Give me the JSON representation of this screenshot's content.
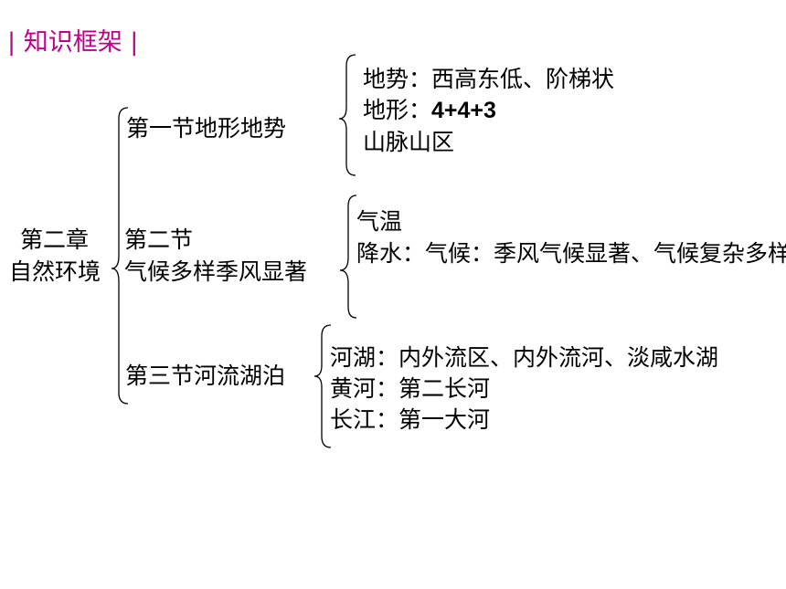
{
  "header": {
    "title_bar_left": "|",
    "title": "知识框架",
    "title_bar_right": "|"
  },
  "root": {
    "line1": "第二章",
    "line2": "自然环境"
  },
  "sections": [
    {
      "name": "第一节地形地势",
      "items": [
        {
          "label": "地势：",
          "text": "西高东低、阶梯状"
        },
        {
          "label": "地形：",
          "text": "4+4+3"
        },
        {
          "label": "",
          "text": "山脉山区"
        }
      ]
    },
    {
      "name_line1": "第二节",
      "name_line2": "气候多样季风显著",
      "items": [
        {
          "label": "",
          "text": "气温"
        },
        {
          "label": "降水：",
          "text": "气候：季风气候显著、气候复杂多样"
        }
      ]
    },
    {
      "name": "第三节河流湖泊",
      "items": [
        {
          "label": "河湖：",
          "text": "内外流区、内外流河、淡咸水湖"
        },
        {
          "label": "黄河：",
          "text": "第二长河"
        },
        {
          "label": "长江：",
          "text": "第一大河"
        }
      ]
    }
  ],
  "colors": {
    "title": "#c0008a",
    "text": "#000000",
    "line": "#000000"
  }
}
